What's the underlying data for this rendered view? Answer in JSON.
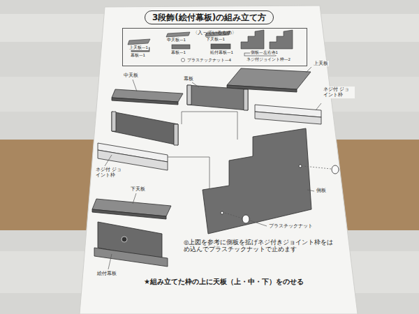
{
  "diagram": {
    "title": "3段飾(絵付幕板)の組み立て方",
    "nodes": [
      {
        "text": [
          "〈入っているもの〉"
        ]
      }
    ],
    "labels": [
      "上天板—1",
      "中天板—1",
      "下天板—1",
      "側板—左右各1",
      "幕板—1",
      "幕板—1",
      "絵付幕板—1",
      "プラスチックナット—4",
      "ネジ付ジョイント枠—2",
      "上天板",
      "中天板",
      "幕板",
      "ネジ付 ジョイント枠",
      "ネジ付 ジョイント枠",
      "下天板",
      "側板",
      "プラスチックナット",
      "絵付幕板",
      "◎上図を参考に側板を拡げネジ付きジョイント枠をはめ込んでプラスチックナットで止めます",
      "★組み立てた枠の上に天板（上・中・下）をのせる"
    ]
  }
}
